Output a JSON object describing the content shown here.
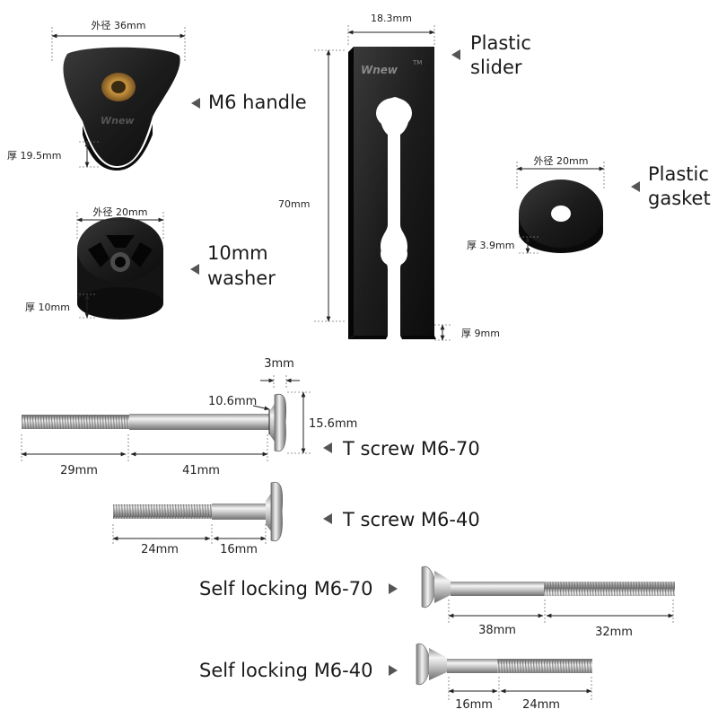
{
  "parts": {
    "handle": {
      "label": "M6 handle",
      "diameter": "外径 36mm",
      "thickness": "厚 19.5mm"
    },
    "washer": {
      "label_line1": "10mm",
      "label_line2": "washer",
      "diameter": "外径 20mm",
      "thickness": "厚 10mm"
    },
    "slider": {
      "label_line1": "Plastic",
      "label_line2": "slider",
      "width": "18.3mm",
      "length": "70mm",
      "thickness": "厚 9mm"
    },
    "gasket": {
      "label_line1": "Plastic",
      "label_line2": "gasket",
      "diameter": "外径 20mm",
      "thickness": "厚 3.9mm"
    },
    "t_screw_70": {
      "label": "T screw M6-70",
      "head_thickness": "3mm",
      "head_inner": "10.6mm",
      "head_height": "15.6mm",
      "thread_length": "29mm",
      "shank_length": "41mm"
    },
    "t_screw_40": {
      "label": "T screw M6-40",
      "thread_length": "24mm",
      "shank_length": "16mm"
    },
    "self_locking_70": {
      "label": "Self locking M6-70",
      "shank_length": "38mm",
      "thread_length": "32mm"
    },
    "self_locking_40": {
      "label": "Self locking M6-40",
      "shank_length": "16mm",
      "thread_length": "24mm"
    }
  },
  "logo_text": "TM"
}
